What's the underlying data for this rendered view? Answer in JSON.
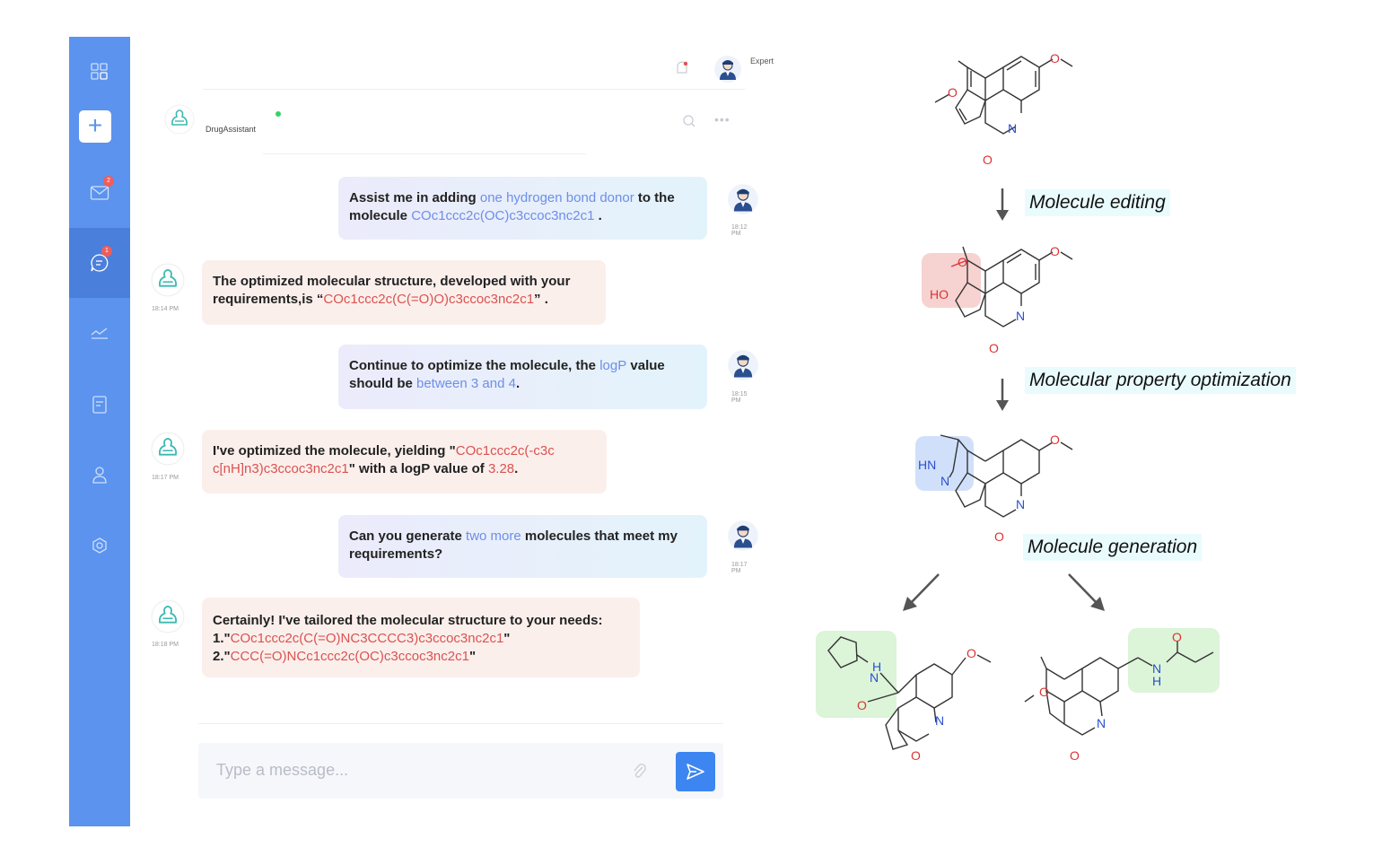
{
  "header": {
    "expert_label": "Expert"
  },
  "assistant": {
    "name": "DrugAssistant"
  },
  "sidebar": {
    "badges": {
      "mail": "2",
      "chat": "1"
    },
    "icons": [
      "grid-icon",
      "plus-icon",
      "mail-icon",
      "chat-icon",
      "trend-icon",
      "document-icon",
      "user-icon",
      "settings-icon"
    ]
  },
  "messages": [
    {
      "role": "user",
      "time": "18:12 PM",
      "parts": [
        "Assist me in adding ",
        "one hydrogen bond donor",
        " to the molecule ",
        "COc1ccc2c(OC)c3ccoc3nc2c1",
        " ."
      ]
    },
    {
      "role": "bot",
      "time": "18:14 PM",
      "parts": [
        "The optimized molecular structure, developed with your requirements,is “",
        "COc1ccc2c(C(=O)O)c3ccoc3nc2c1",
        "” ."
      ]
    },
    {
      "role": "user",
      "time": "18:15 PM",
      "parts": [
        "Continue to optimize the molecule, the ",
        "logP",
        " value should be ",
        "between 3 and 4",
        "."
      ]
    },
    {
      "role": "bot",
      "time": "18:17 PM",
      "parts": [
        "I've optimized the molecule, yielding \"",
        "COc1ccc2c(-c3c c[nH]n3)c3ccoc3nc2c1",
        "\" with a logP value of ",
        "3.28",
        "."
      ]
    },
    {
      "role": "user",
      "time": "18:17 PM",
      "parts": [
        "Can you generate ",
        "two more",
        " molecules that meet my requirements?"
      ]
    },
    {
      "role": "bot",
      "time": "18:18 PM",
      "parts": [
        "Certainly! I've tailored the molecular structure to your needs:",
        "1.\"",
        "COc1ccc2c(C(=O)NC3CCCC3)c3ccoc3nc2c1",
        "\"",
        "2.\"",
        "CCC(=O)NCc1ccc2c(OC)c3ccoc3nc2c1",
        "\""
      ]
    }
  ],
  "composer": {
    "placeholder": "Type a message..."
  },
  "figure": {
    "steps": [
      "Molecule editing",
      "Molecular property optimization",
      "Molecule generation"
    ],
    "atoms": {
      "O": "O",
      "N": "N",
      "HO": "HO",
      "HN": "HN",
      "H": "H"
    }
  },
  "colors": {
    "sidebar": "#5b93ee",
    "accent_blue": "#6e8ee8",
    "accent_red": "#d9534f",
    "send": "#3d86f2"
  }
}
